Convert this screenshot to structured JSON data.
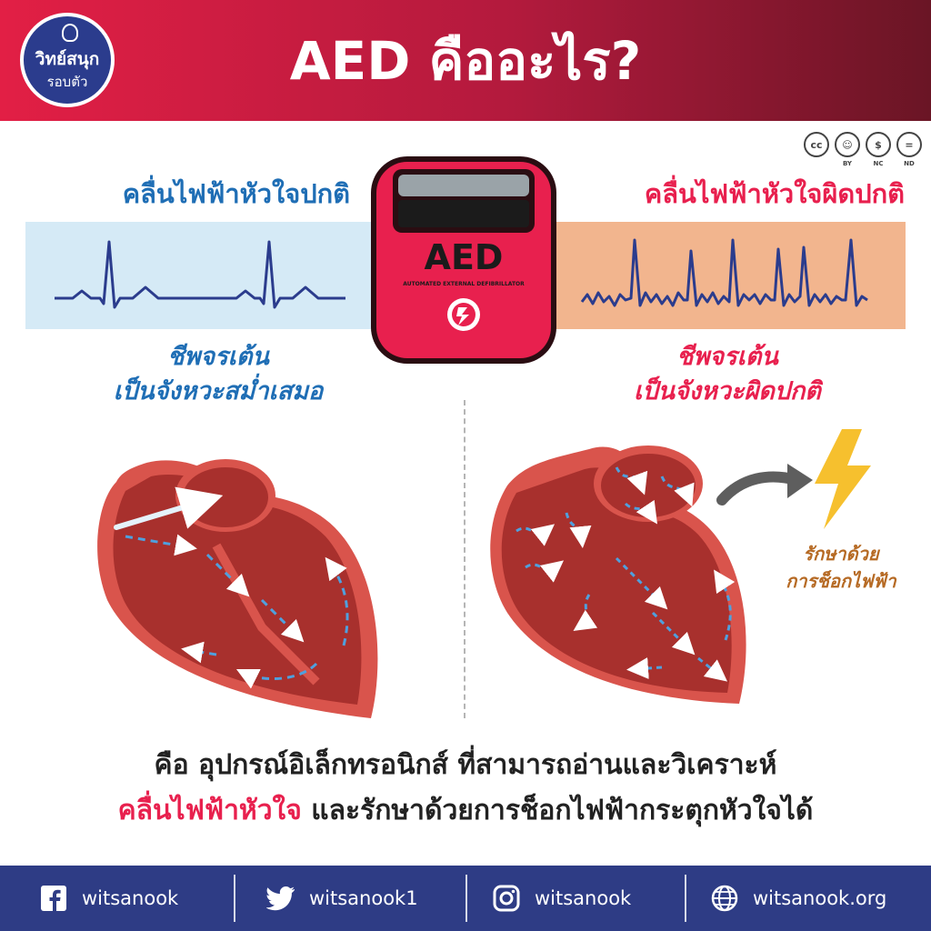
{
  "header": {
    "title": "AED คืออะไร?"
  },
  "logo": {
    "line1": "วิทย์สนุก",
    "line2": "รอบตัว"
  },
  "license": [
    "BY",
    "NC",
    "ND"
  ],
  "normal": {
    "title": "คลื่นไฟฟ้าหัวใจปกติ",
    "desc_line1": "ชีพจรเต้น",
    "desc_line2": "เป็นจังหวะสม่ำเสมอ"
  },
  "abnormal": {
    "title": "คลื่นไฟฟ้าหัวใจผิดปกติ",
    "desc_line1": "ชีพจรเต้น",
    "desc_line2": "เป็นจังหวะผิดปกติ"
  },
  "device": {
    "label": "AED",
    "sublabel": "AUTOMATED EXTERNAL DEFIBRILLATOR",
    "color": "#e8204e"
  },
  "treatment": {
    "line1": "รักษาด้วย",
    "line2": "การช็อกไฟฟ้า"
  },
  "summary": {
    "line1": "คือ อุปกรณ์อิเล็กทรอนิกส์ ที่สามารถอ่านและวิเคราะห์",
    "line2_highlight": "คลื่นไฟฟ้าหัวใจ",
    "line2_rest": " และรักษาด้วยการช็อกไฟฟ้ากระตุกหัวใจได้"
  },
  "footer": {
    "facebook": "witsanook",
    "twitter": "witsanook1",
    "instagram": "witsanook",
    "website": "witsanook.org"
  },
  "colors": {
    "accent_red": "#e8204e",
    "accent_blue": "#1f6eb5",
    "footer_bg": "#2e3c85",
    "heart": "#e0685e"
  }
}
